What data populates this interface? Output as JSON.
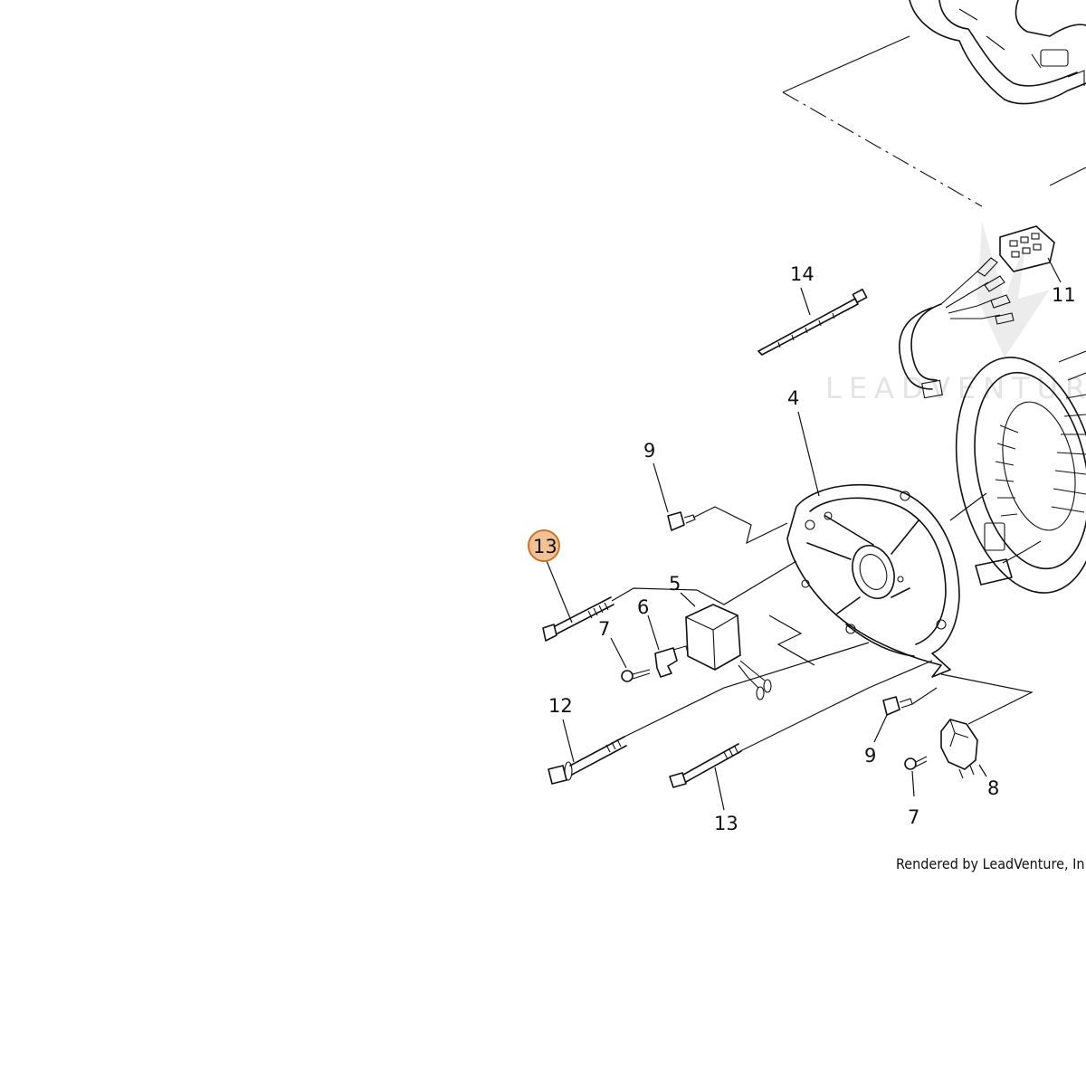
{
  "diagram": {
    "callouts": {
      "c4": "4",
      "c5": "5",
      "c6": "6",
      "c7a": "7",
      "c7b": "7",
      "c8": "8",
      "c9a": "9",
      "c9b": "9",
      "c11": "11",
      "c12": "12",
      "c13a": "13",
      "c13b": "13",
      "c14": "14"
    },
    "highlighted_callout": "13",
    "highlight_color": "#f2c296",
    "highlight_border": "#c8742e",
    "watermark": "LEADVENTURE",
    "credit": "Rendered by LeadVenture, In"
  }
}
